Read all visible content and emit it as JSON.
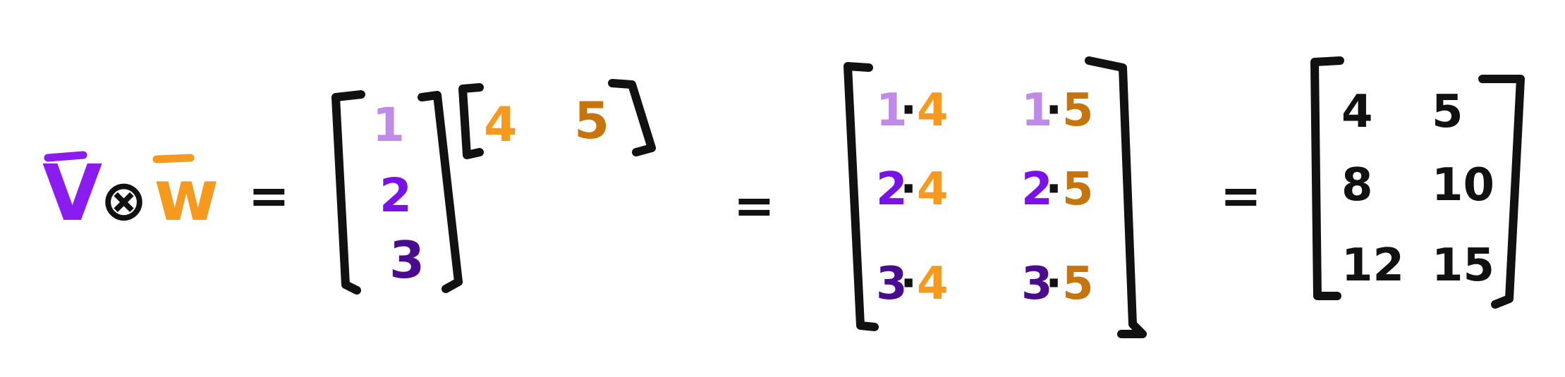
{
  "colors": {
    "ink": "#111111",
    "v_purple": "#8a1cf0",
    "v_light": "#c08ae8",
    "v_mid": "#7a12e8",
    "v_dark": "#4a0b8f",
    "w_orange": "#f59a1e",
    "w_brown": "#c8740c"
  },
  "lhs": {
    "v_symbol": "V",
    "otimes_symbol": "⊗",
    "w_symbol": "w",
    "equals": "="
  },
  "vector_v": [
    "1",
    "2",
    "3"
  ],
  "vector_w": [
    "4",
    "5"
  ],
  "equals_2": "=",
  "equals_3": "=",
  "products": [
    [
      {
        "a": "1",
        "b": "4"
      },
      {
        "a": "1",
        "b": "5"
      }
    ],
    [
      {
        "a": "2",
        "b": "4"
      },
      {
        "a": "2",
        "b": "5"
      }
    ],
    [
      {
        "a": "3",
        "b": "4"
      },
      {
        "a": "3",
        "b": "5"
      }
    ]
  ],
  "dot": "·",
  "result": [
    [
      "4",
      "5"
    ],
    [
      "8",
      "10"
    ],
    [
      "12",
      "15"
    ]
  ]
}
